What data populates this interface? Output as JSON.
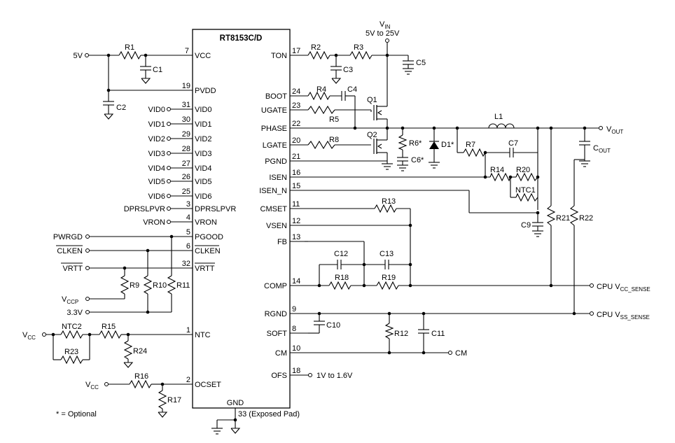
{
  "chip": {
    "name": "RT8153C/D",
    "gnd_label": "GND",
    "exposed_pad": "33 (Exposed Pad)",
    "left_pins": [
      {
        "num": "7",
        "name": "VCC"
      },
      {
        "num": "19",
        "name": "PVDD"
      },
      {
        "num": "31",
        "name": "VID0"
      },
      {
        "num": "30",
        "name": "VID1"
      },
      {
        "num": "29",
        "name": "VID2"
      },
      {
        "num": "28",
        "name": "VID3"
      },
      {
        "num": "27",
        "name": "VID4"
      },
      {
        "num": "26",
        "name": "VID5"
      },
      {
        "num": "25",
        "name": "VID6"
      },
      {
        "num": "3",
        "name": "DPRSLPVR"
      },
      {
        "num": "4",
        "name": "VRON"
      },
      {
        "num": "5",
        "name": "PGOOD"
      },
      {
        "num": "6",
        "name": "CLKEN"
      },
      {
        "num": "32",
        "name": "VRTT"
      },
      {
        "num": "1",
        "name": "NTC"
      },
      {
        "num": "2",
        "name": "OCSET"
      }
    ],
    "right_pins": [
      {
        "num": "17",
        "name": "TON"
      },
      {
        "num": "24",
        "name": "BOOT"
      },
      {
        "num": "23",
        "name": "UGATE"
      },
      {
        "num": "22",
        "name": "PHASE"
      },
      {
        "num": "20",
        "name": "LGATE"
      },
      {
        "num": "21",
        "name": "PGND"
      },
      {
        "num": "16",
        "name": "ISEN"
      },
      {
        "num": "15",
        "name": "ISEN_N"
      },
      {
        "num": "11",
        "name": "CMSET"
      },
      {
        "num": "12",
        "name": "VSEN"
      },
      {
        "num": "13",
        "name": "FB"
      },
      {
        "num": "14",
        "name": "COMP"
      },
      {
        "num": "9",
        "name": "RGND"
      },
      {
        "num": "8",
        "name": "SOFT"
      },
      {
        "num": "10",
        "name": "CM"
      },
      {
        "num": "18",
        "name": "OFS"
      }
    ]
  },
  "inputs": {
    "v5": "5V",
    "vid": [
      "VID0",
      "VID1",
      "VID2",
      "VID3",
      "VID4",
      "VID5",
      "VID6"
    ],
    "dprslpvr": "DPRSLPVR",
    "vron": "VRON",
    "pwrgd": "PWRGD",
    "clken": "CLKEN",
    "vrtt": "VRTT",
    "vccp_main": "V",
    "vccp_sub": "CCP",
    "v33": "3.3V",
    "vcc_main": "V",
    "vcc_sub": "CC",
    "vin_main": "V",
    "vin_sub": "IN",
    "vin_range": "5V to 25V"
  },
  "outputs": {
    "vout_main": "V",
    "vout_sub": "OUT",
    "vcc_sense_main": "CPU V",
    "vcc_sense_sub": "CC_SENSE",
    "vss_sense_main": "CPU V",
    "vss_sense_sub": "SS_SENSE",
    "cm": "CM",
    "ofs": "1V to 1.6V"
  },
  "components": {
    "R1": "R1",
    "C1": "C1",
    "C2": "C2",
    "R2": "R2",
    "R3": "R3",
    "C3": "C3",
    "C5": "C5",
    "R4": "R4",
    "C4": "C4",
    "R5": "R5",
    "Q1": "Q1",
    "Q2": "Q2",
    "R8": "R8",
    "R6": "R6*",
    "C6": "C6*",
    "D1": "D1*",
    "L1": "L1",
    "R7": "R7",
    "C7": "C7",
    "COUT_main": "C",
    "COUT_sub": "OUT",
    "R14": "R14",
    "R20": "R20",
    "NTC1": "NTC1",
    "C9": "C9",
    "R13": "R13",
    "R21": "R21",
    "R22": "R22",
    "C12": "C12",
    "C13": "C13",
    "R18": "R18",
    "R19": "R19",
    "R9": "R9",
    "R10": "R10",
    "R11": "R11",
    "C10": "C10",
    "R12": "R12",
    "C11": "C11",
    "NTC2": "NTC2",
    "R15": "R15",
    "R23": "R23",
    "R24": "R24",
    "R16": "R16",
    "R17": "R17"
  },
  "footnote": "* = Optional"
}
